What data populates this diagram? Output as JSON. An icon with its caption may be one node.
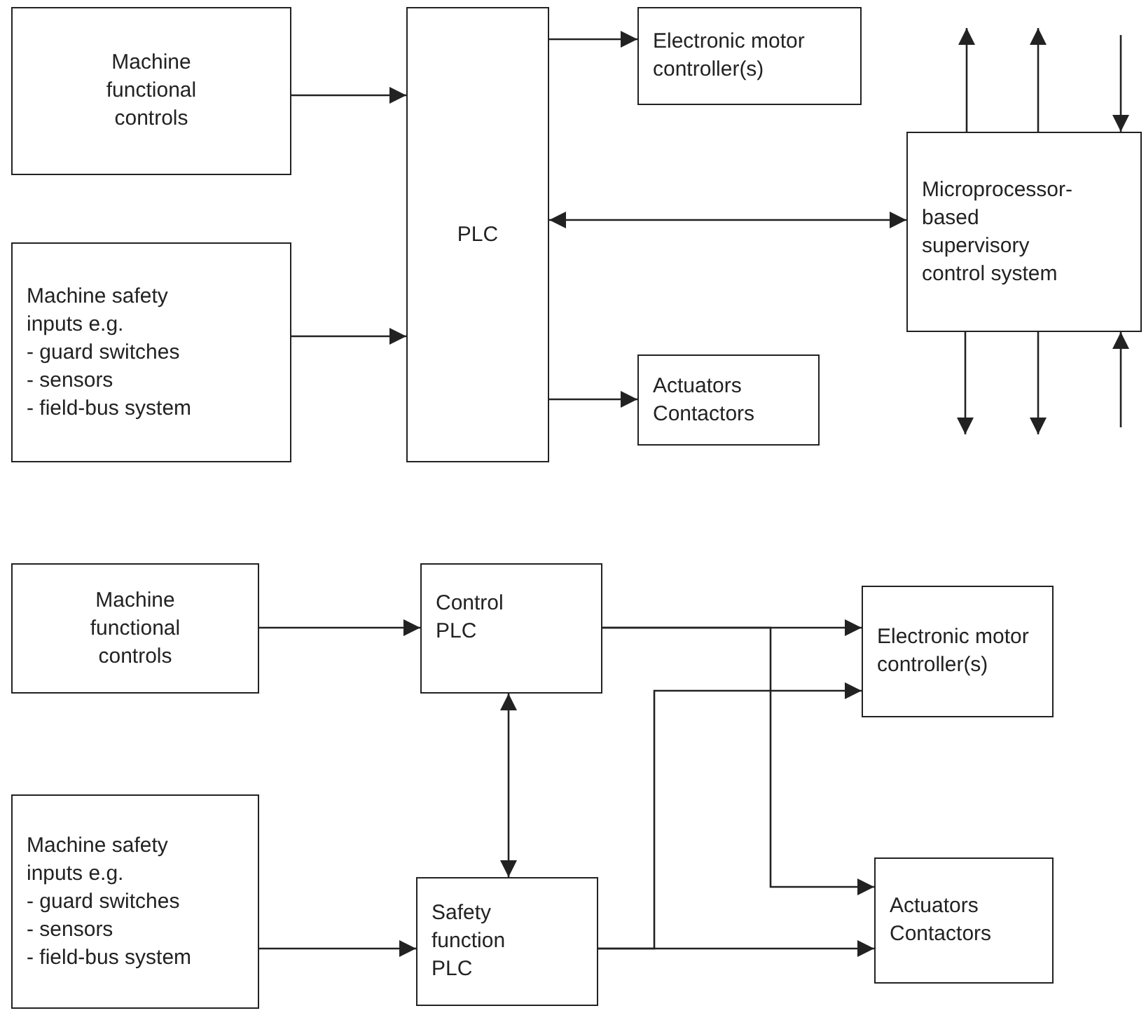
{
  "diagram": {
    "nodes": [
      {
        "text": [
          "Machine functional controls"
        ]
      },
      {
        "text": [
          "Machine safety inputs e.g. - guard switches - sensors - field-bus system"
        ]
      },
      {
        "text": [
          "PLC"
        ]
      },
      {
        "text": [
          "Electronic motor controller(s)"
        ]
      },
      {
        "text": [
          "Actuators Contactors"
        ]
      },
      {
        "text": [
          "Microprocessor-based supervisory control system"
        ]
      },
      {
        "text": [
          "Machine functional controls"
        ]
      },
      {
        "text": [
          "Machine safety inputs e.g. - guard switches - sensors - field-bus system"
        ]
      },
      {
        "text": [
          "Control PLC"
        ]
      },
      {
        "text": [
          "Electronic motor controller(s)"
        ]
      },
      {
        "text": [
          "Safety function PLC"
        ]
      },
      {
        "text": [
          "Actuators Contactors"
        ]
      }
    ],
    "edges": [
      {
        "from": 0,
        "to": 2,
        "arrow": "to"
      },
      {
        "from": 1,
        "to": 2,
        "arrow": "to"
      },
      {
        "from": 2,
        "to": 3,
        "arrow": "to"
      },
      {
        "from": 2,
        "to": 5,
        "arrow": "both"
      },
      {
        "from": 2,
        "to": 4,
        "arrow": "to"
      },
      {
        "from": 5,
        "to": null,
        "arrow": "to"
      },
      {
        "from": 5,
        "to": null,
        "arrow": "to"
      },
      {
        "from": null,
        "to": 5,
        "arrow": "to"
      },
      {
        "from": 5,
        "to": null,
        "arrow": "to"
      },
      {
        "from": 5,
        "to": null,
        "arrow": "to"
      },
      {
        "from": null,
        "to": 5,
        "arrow": "to"
      },
      {
        "from": 6,
        "to": 8,
        "arrow": "to"
      },
      {
        "from": 7,
        "to": 10,
        "arrow": "to"
      },
      {
        "from": 8,
        "to": 9,
        "arrow": "to"
      },
      {
        "from": 8,
        "to": 11,
        "arrow": "to"
      },
      {
        "from": 8,
        "to": 10,
        "arrow": "both"
      },
      {
        "from": 10,
        "to": 9,
        "arrow": "to"
      },
      {
        "from": 10,
        "to": 11,
        "arrow": "to"
      }
    ]
  }
}
